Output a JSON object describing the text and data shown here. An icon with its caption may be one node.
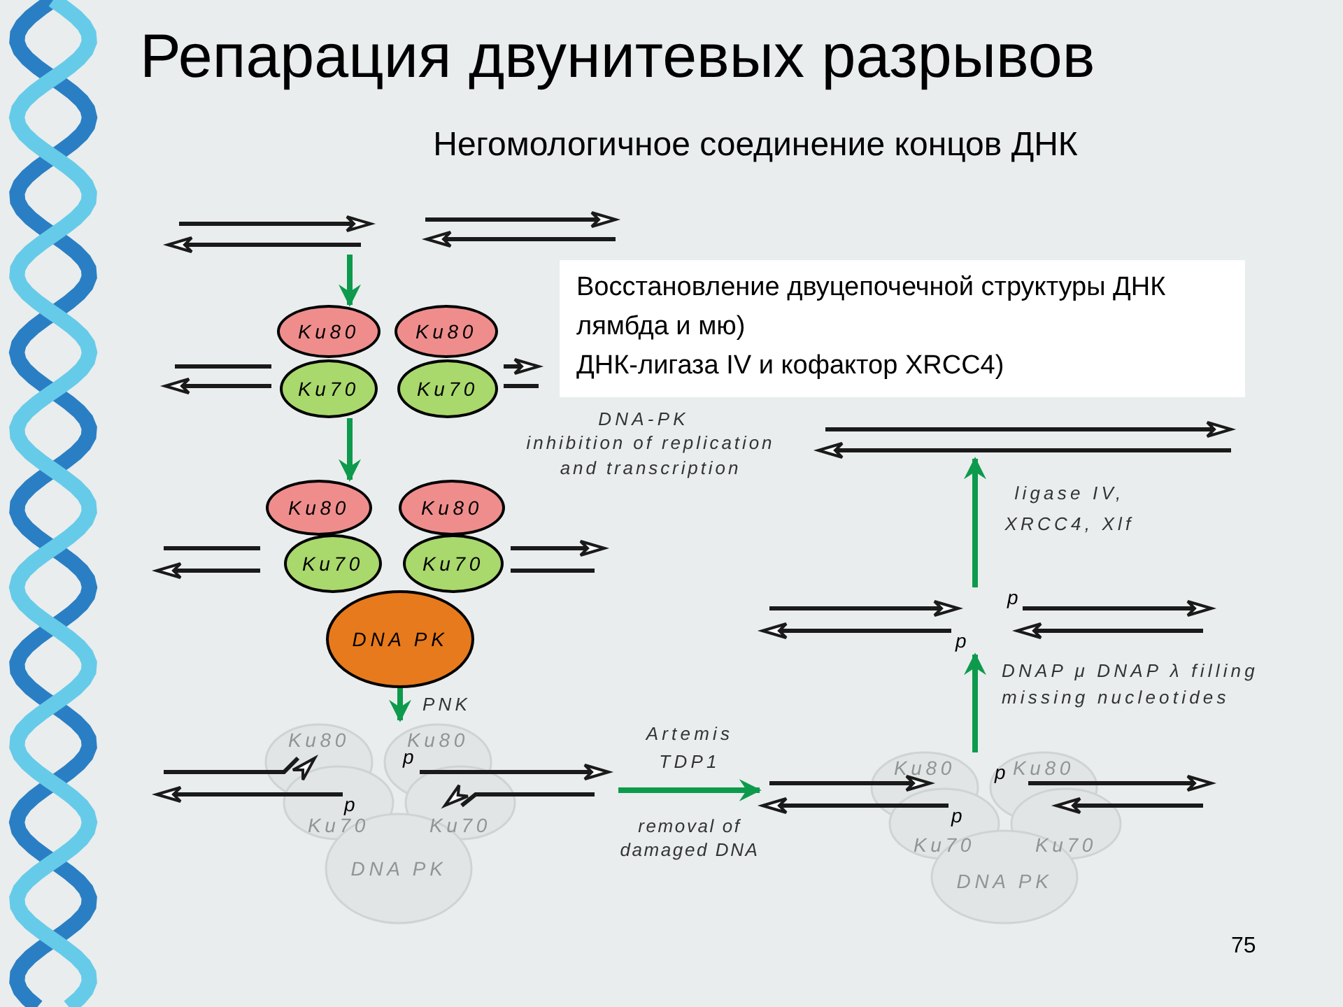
{
  "diagram": {
    "title": "Репарация двунитевых разрывов",
    "nodes": [
      {
        "text": [],
        "shape": "picture"
      },
      {
        "text": [
          "Восстановление двуцепочечной структуры ДНК",
          "лямбда и мю)",
          "ДНК-лигаза IV и кофактор XRCC4)"
        ]
      },
      {
        "text": [],
        "shape": "picture"
      },
      {
        "text": [],
        "shape": "picture"
      },
      {
        "text": [
          "Ku80"
        ]
      },
      {
        "text": [
          "Ku80"
        ]
      },
      {
        "text": [
          "Ku70"
        ]
      },
      {
        "text": [
          "Ku70"
        ]
      },
      {
        "text": [],
        "shape": "picture"
      },
      {
        "text": [],
        "shape": "picture"
      },
      {
        "text": [
          "Ku80"
        ]
      },
      {
        "text": [
          "Ku80"
        ]
      },
      {
        "text": [
          "Ku70"
        ]
      },
      {
        "text": [
          "Ku70"
        ]
      },
      {
        "text": [
          "DNA PK"
        ]
      },
      {
        "text": [
          "Ku80",
          "Ku80",
          "Ku70",
          "Ku70",
          "DNA PK",
          "p",
          "p"
        ]
      },
      {
        "text": [
          "Ku80",
          "Ku80",
          "Ku70",
          "Ku70",
          "DNA PK",
          "p",
          "p"
        ]
      },
      {
        "text": [],
        "shape": "picture",
        "beside": [
          "p",
          "p"
        ]
      },
      {
        "text": [],
        "shape": "picture"
      }
    ],
    "edges": [
      {
        "from": 0,
        "to": 4,
        "arrow": "to"
      },
      {
        "from": 6,
        "to": 10,
        "arrow": "to"
      },
      {
        "from": 14,
        "to": 15,
        "arrow": "to",
        "label": "PNK"
      },
      {
        "from": 15,
        "to": 16,
        "arrow": "to",
        "label": "Artemis TDP1"
      },
      {
        "from": 16,
        "to": 17,
        "arrow": "to",
        "label": "DNAP μ DNAP λ filling missing nucleotides"
      },
      {
        "from": 17,
        "to": 18,
        "arrow": "to",
        "label": "ligase IV, XRCC4, Xlf"
      }
    ],
    "labels": [
      "Негомологичное соединение концов ДНК",
      "DNA-PK",
      "inhibition of replication and transcription",
      "removal of damaged DNA",
      "75"
    ]
  }
}
